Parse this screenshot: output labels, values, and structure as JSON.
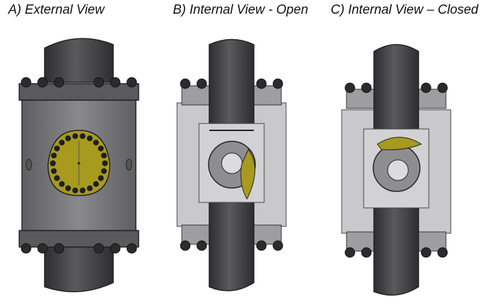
{
  "captions": {
    "external": "A)  External View",
    "open": "B) Internal View - Open",
    "closed": "C) Internal View – Closed"
  },
  "colors": {
    "pipe": "#4a4a4c",
    "body": "#7d7d7f",
    "flange": "#6a6a6c",
    "bolt": "#2b2b2d",
    "cover": "#a79a1e",
    "section_light": "#c9c9cb",
    "section_mid": "#9e9ea0",
    "cutaway_hole": "#d2d2d4",
    "ball": "#8e8e90"
  },
  "panels": [
    {
      "view": "external",
      "state": "closed"
    },
    {
      "view": "internal",
      "state": "open"
    },
    {
      "view": "internal",
      "state": "closed"
    }
  ]
}
